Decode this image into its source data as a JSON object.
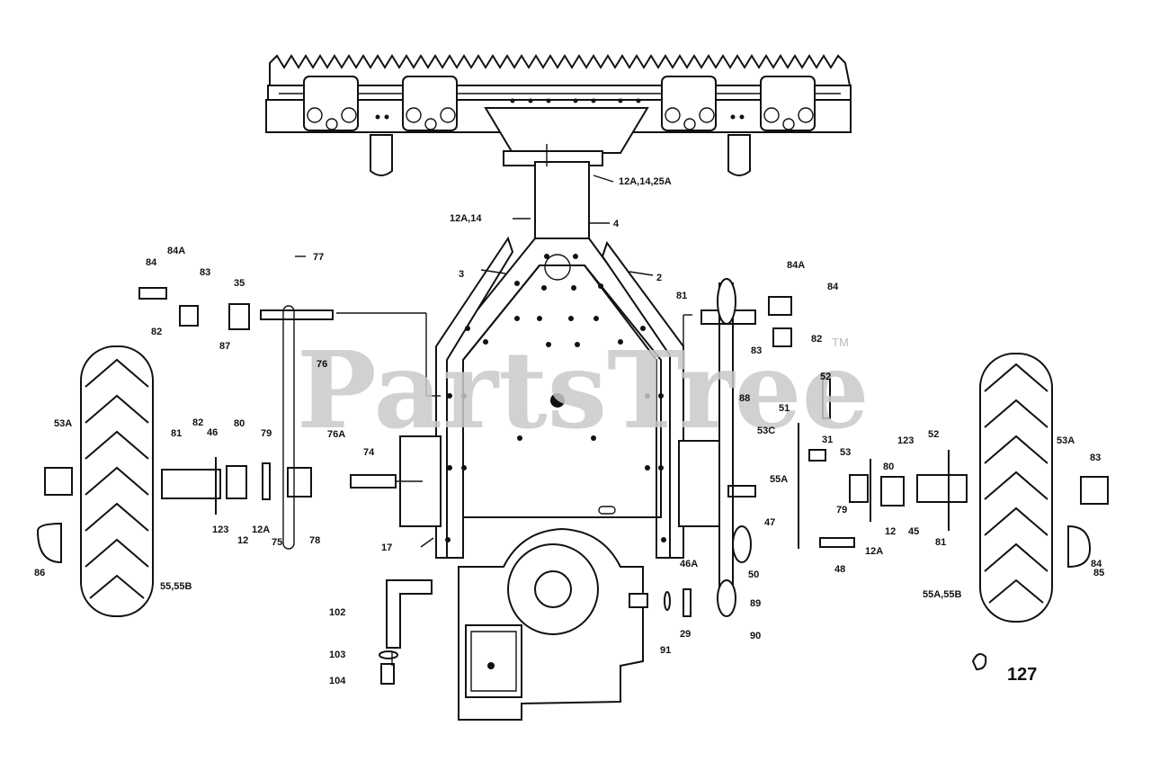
{
  "watermark": {
    "text": "PartsTree",
    "trademark": "TM"
  },
  "page_number": "127",
  "callouts": [
    "12A,14,25A",
    "12A,14",
    "4",
    "3",
    "2",
    "77",
    "84A",
    "84",
    "83",
    "35",
    "82",
    "87",
    "76",
    "81",
    "84A",
    "84",
    "83",
    "82",
    "52",
    "88",
    "53A",
    "81",
    "82",
    "46",
    "80",
    "79",
    "76A",
    "74",
    "123",
    "12",
    "12A",
    "75",
    "78",
    "17",
    "86",
    "55,55B",
    "51",
    "53C",
    "31",
    "53",
    "55A",
    "123",
    "52",
    "53A",
    "83",
    "80",
    "79",
    "12",
    "12A",
    "45",
    "81",
    "47",
    "48",
    "46A",
    "50",
    "85",
    "55A,55B",
    "84",
    "102",
    "103",
    "104",
    "91",
    "29",
    "89",
    "90"
  ]
}
